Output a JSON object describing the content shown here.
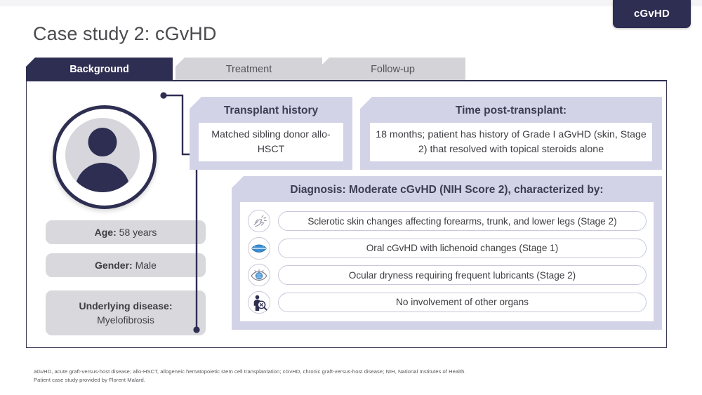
{
  "badge": {
    "label": "cGvHD"
  },
  "header": {
    "title": "Case study 2: cGvHD"
  },
  "tabs": [
    {
      "label": "Background",
      "active": true
    },
    {
      "label": "Treatment",
      "active": false
    },
    {
      "label": "Follow-up",
      "active": false
    }
  ],
  "patient": {
    "avatar_icon": "person-avatar-icon",
    "age_label": "Age:",
    "age_value": "58 years",
    "gender_label": "Gender:",
    "gender_value": "Male",
    "disease_label": "Underlying disease:",
    "disease_value": "Myelofibrosis"
  },
  "transplant_history": {
    "title": "Transplant history",
    "body": "Matched sibling donor allo-HSCT"
  },
  "time_post_transplant": {
    "title": "Time post-transplant:",
    "body": "18 months; patient has history of Grade I aGvHD (skin, Stage 2) that resolved with topical steroids alone"
  },
  "diagnosis": {
    "title": "Diagnosis: Moderate cGvHD (NIH Score 2), characterized by:",
    "items": [
      {
        "icon": "skin-hand-icon",
        "text": "Sclerotic skin changes affecting forearms, trunk, and lower legs (Stage 2)"
      },
      {
        "icon": "mouth-lips-icon",
        "text": "Oral cGvHD with lichenoid changes (Stage 1)"
      },
      {
        "icon": "eye-icon",
        "text": "Ocular dryness requiring frequent lubricants (Stage 2)"
      },
      {
        "icon": "body-examination-icon",
        "text": "No involvement of other organs"
      }
    ]
  },
  "footnote": {
    "line1": "aGvHD, acute graft-versus-host disease; allo-HSCT, allogeneic hematopoietic stem cell transplantation; cGvHD, chronic graft-versus-host disease; NIH, National Institutes of Health.",
    "line2": "Patient case study provided by Florent Malard."
  },
  "colors": {
    "navy": "#2e2e52",
    "lavender": "#d3d3e8",
    "chip_gray": "#d8d8dd",
    "tab_inactive": "#d3d3d8",
    "accent_blue": "#3c8fd6"
  }
}
